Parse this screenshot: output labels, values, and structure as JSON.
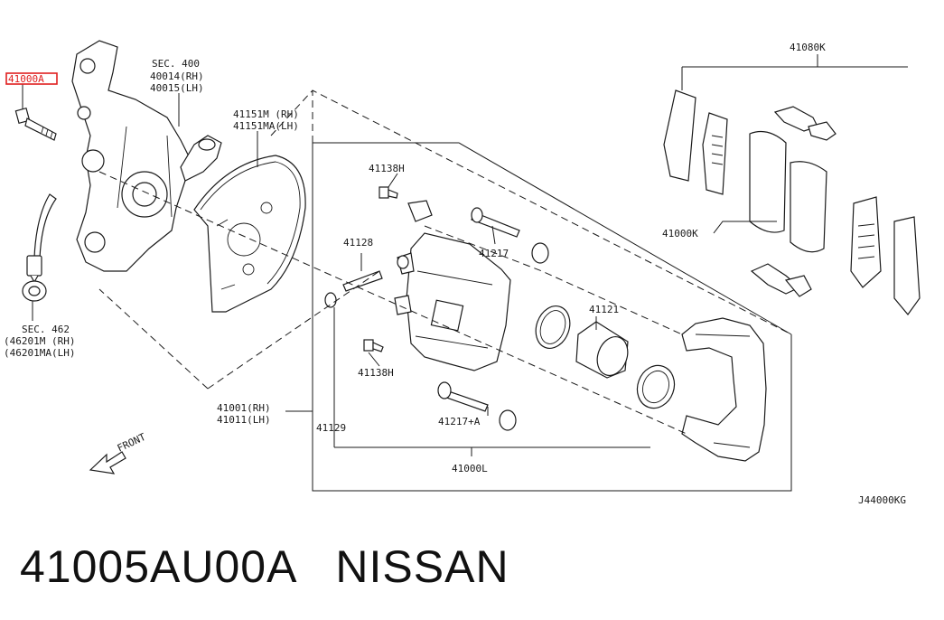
{
  "labels": {
    "sec400_title": "SEC. 400",
    "sec400_rh": "40014(RH)",
    "sec400_lh": "40015(LH)",
    "highlight_part": "41000A",
    "shield_rh": "41151M (RH)",
    "shield_lh": "41151MA(LH)",
    "bolt_upper": "41138H",
    "pin_41128": "41128",
    "pin_41217": "41217",
    "piston": "41121",
    "pads": "41000K",
    "kit": "41080K",
    "sec462_title": "SEC. 462",
    "sec462_rh": "(46201M (RH)",
    "sec462_lh": "(46201MA(LH)",
    "bolt_lower": "41138H",
    "caliper_rh": "41001(RH)",
    "caliper_lh": "41011(LH)",
    "boot_41129": "41129",
    "pin_41217a": "41217+A",
    "assy": "41000L",
    "front": "FRONT",
    "diagram_code": "J44000KG"
  },
  "caption": {
    "part_number": "41005AU00A",
    "brand": "NISSAN"
  }
}
